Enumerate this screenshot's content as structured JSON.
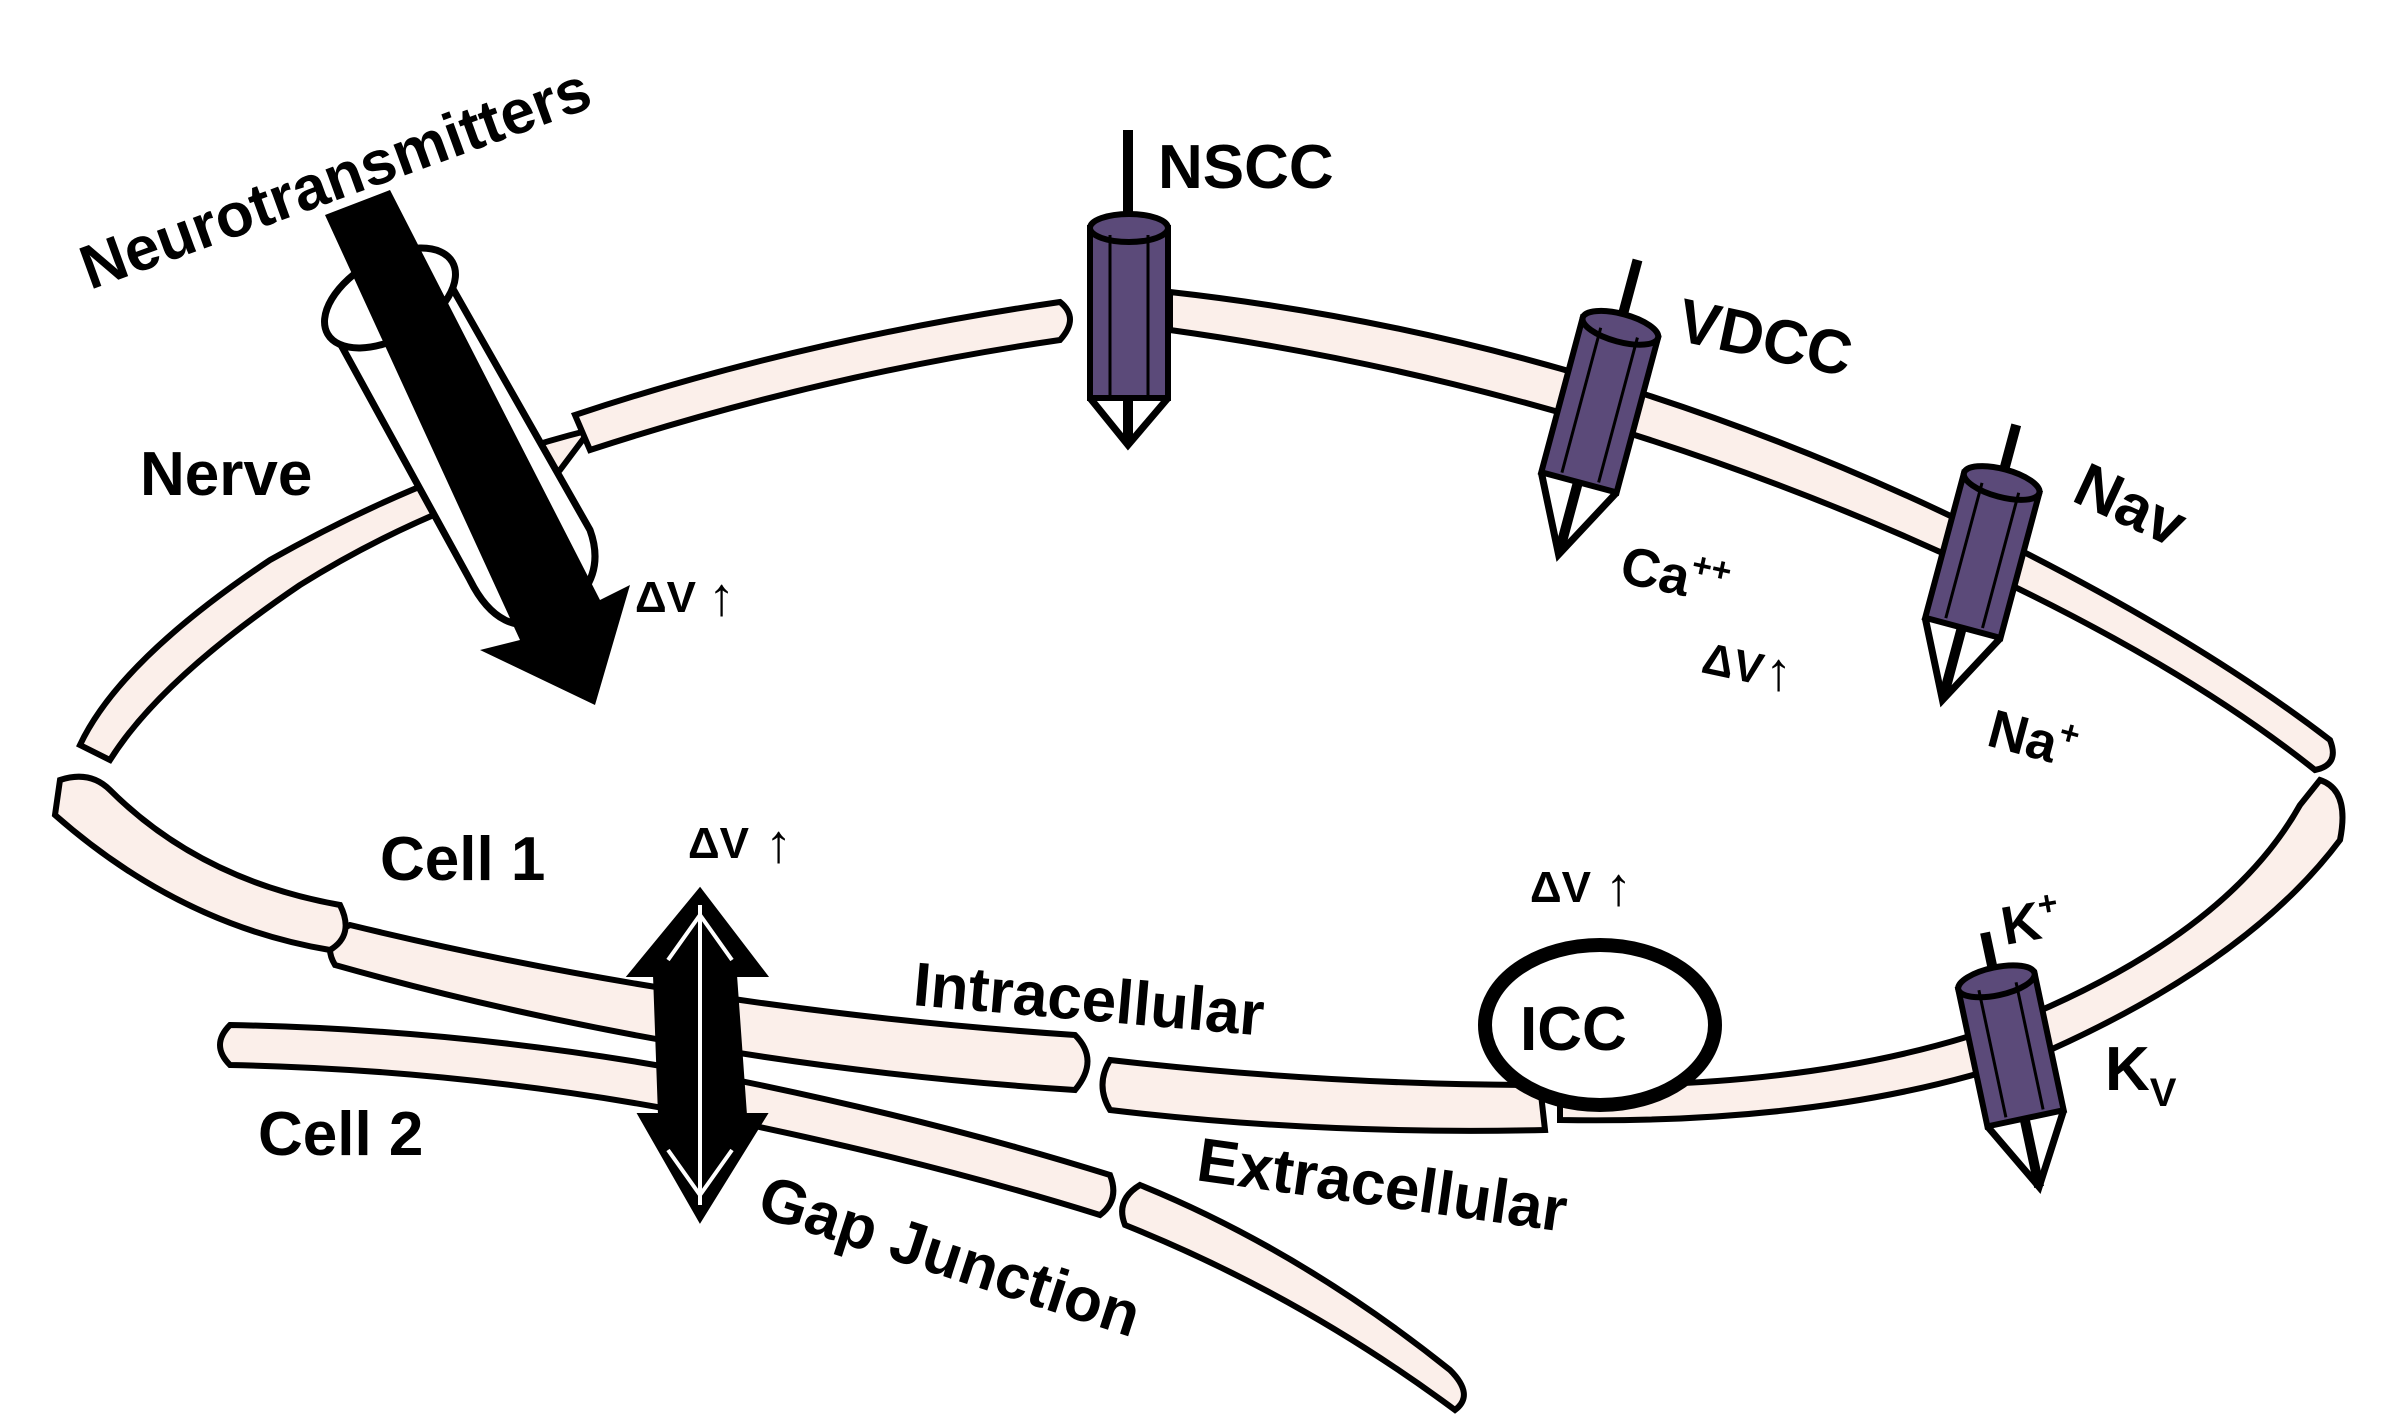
{
  "labels": {
    "neurotransmitters": "Neurotransmitters",
    "nerve": "Nerve",
    "nscc": "NSCC",
    "vdcc": "VDCC",
    "nav": "Nav",
    "ca": "Ca",
    "ca_sup": "++",
    "na": "Na",
    "na_sup": "+",
    "k": "K",
    "k_sup": "+",
    "kv": "K",
    "kv_sub": "V",
    "cell1": "Cell 1",
    "cell2": "Cell 2",
    "intracellular": "Intracellular",
    "extracellular": "Extracellular",
    "icc": "ICC",
    "gap_junction": "Gap Junction",
    "delta_v": "ΔV",
    "up_arrow": "↑"
  },
  "colors": {
    "membrane_fill": "#fbefea",
    "channel_fill": "#5b4a79",
    "stroke": "#000000"
  }
}
